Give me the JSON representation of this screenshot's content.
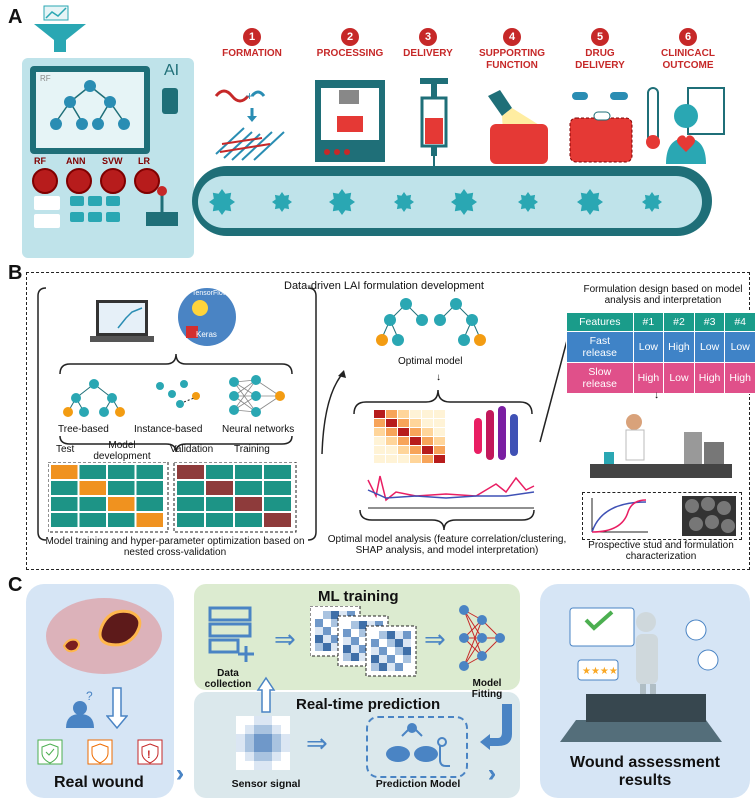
{
  "panelA": {
    "letter": "A",
    "machine": {
      "ai_label": "AI",
      "screen_label": "RF",
      "buttons": [
        "RF",
        "ANN",
        "SVW",
        "LR"
      ]
    },
    "stages": [
      {
        "num": "1",
        "label": "FORMATION"
      },
      {
        "num": "2",
        "label": "PROCESSING"
      },
      {
        "num": "3",
        "label": "DELIVERY"
      },
      {
        "num": "4",
        "label": "SUPPORTING FUNCTION"
      },
      {
        "num": "5",
        "label": "DRUG DELIVERY"
      },
      {
        "num": "6",
        "label": "CLINICACL OUTCOME"
      }
    ]
  },
  "panelB": {
    "letter": "B",
    "title": "Data-driven LAI formulation development",
    "tools": [
      "TensorFlow",
      "Keras"
    ],
    "models": [
      "Tree-based",
      "Instance-based",
      "Neural networks"
    ],
    "splits": [
      "Test",
      "Model development",
      "Validation",
      "Training"
    ],
    "left_caption": "Model training and hyper-parameter optimization based on nested cross-validation",
    "optimal_model": "Optimal model",
    "mid_caption": "Optimal model analysis (feature correlation/clustering, SHAP analysis, and model interpretation)",
    "right_title": "Formulation design based on model analysis and interpretation",
    "table": {
      "header": [
        "Features",
        "#1",
        "#2",
        "#3",
        "#4"
      ],
      "rows": [
        [
          "Fast release",
          "Low",
          "High",
          "Low",
          "Low"
        ],
        [
          "Slow release",
          "High",
          "Low",
          "High",
          "High"
        ]
      ]
    },
    "right_caption": "Prospective stud and formulation characterization"
  },
  "panelC": {
    "letter": "C",
    "real_wound": "Real wound",
    "ml_training": "ML training",
    "data_collection": "Data collection",
    "model_fitting": "Model Fitting",
    "realtime": "Real-time prediction",
    "sensor_signal": "Sensor signal",
    "prediction_model": "Prediction Model",
    "wound_results": "Wound assessment results"
  },
  "colors": {
    "teal": "#2aa7b3",
    "red": "#c62828",
    "dark_teal": "#1f6f78",
    "blue": "#4a84c4",
    "pink": "#e0407a"
  }
}
